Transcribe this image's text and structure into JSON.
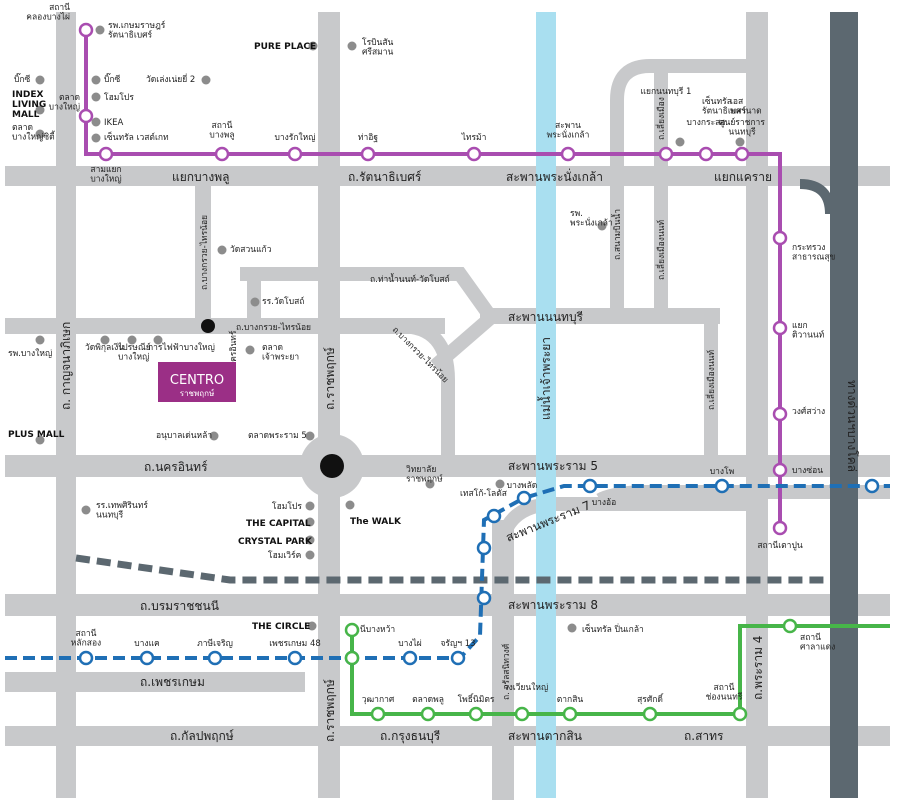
{
  "colors": {
    "road": "#c8c9cb",
    "expressway": "#5c6870",
    "river": "#a9dff0",
    "purple_line": "#a94db0",
    "blue_line": "#1f6fb5",
    "green_line": "#47b549",
    "railway": "#5c6870",
    "poi_dot": "#8c8c8c",
    "logo_bg": "#9b2f86"
  },
  "logo": {
    "name": "CENTRO",
    "sub": "ราชพฤกษ์"
  },
  "roads": {
    "bangphlu_junction": "แยกบางพลู",
    "rattanathibet": "ถ.รัตนาธิเบศร์",
    "phra_nangklao_bridge": "สะพานพระนั่งเกล้า",
    "khae_rai_junction": "แยกแคราย",
    "kanchanaphisek": "ถ. กาญจนาภิเษก",
    "bangkruai_sainoi_v": "ถ.บางกรวย-ไทรน้อย",
    "ratchaphruek": "ถ.ราชพฤกษ์",
    "tha_nam_nonthaburi": "ถ.ท่าน้ำนนท์-วัดโบสถ์",
    "nonthaburi_bridge": "สะพานนนทบุรี",
    "bangkruai_sainoi_h": "ถ.บางกรวย-ไทรน้อย",
    "bangkruai_sainoi_diag": "ถ.บางกรวย-ไทรน้อย",
    "wat_nakhon_in": "วัดนครอินทร์",
    "nakhon_in": "ถ.นครอินทร์",
    "rama5_bridge": "สะพานพระราม 5",
    "rama7_bridge": "สะพานพระราม 7",
    "chao_phraya": "แม่น้ำเจ้าพระยา",
    "borommaratchachonnani": "ถ.บรมราชชนนี",
    "rama8_bridge": "สะพานพระราม 8",
    "phetkasem": "ถ.เพชรเกษม",
    "ratchaphruek_lower": "ถ.ราชพฤกษ์",
    "charansanitwong": "ถ. จรัลสนิทวงศ์",
    "kanlapaphruek": "ถ.กัลปพฤกษ์",
    "krung_thonburi": "ถ.กรุงธนบุรี",
    "taksin_bridge": "สะพานตากสิน",
    "sathon": "ถ.สาทร",
    "rama4": "ถ.พระราม 4",
    "sanambin_nam": "ถ.สนามบินน้ำ",
    "liang_muang_1": "ถ.เลี่ยงเมือง",
    "liang_muang_2": "ถ.เลี่ยงเมืองนนท์",
    "liang_muang_3": "ถ.เลี่ยงเมืองนนท์",
    "expressway": "ทางด่วนฯบางโคล่"
  },
  "stations_purple": [
    "สถานี\nคลองบางไผ่",
    "ตลาด\nบางใหญ่",
    "สามแยก\nบางใหญ่",
    "สถานี\nบางพลู",
    "บางรักใหญ่",
    "ท่าอิฐ",
    "ไทรม้า",
    "สะพาน\nพระนั่งเกล้า",
    "แยกนนทบุรี 1",
    "บางกระสอ",
    "ศูนย์ราชการ\nนนทบุรี",
    "กระทรวง\nสาธารณสุข",
    "แยก\nติวานนท์",
    "วงศ์สว่าง",
    "บางซ่อน",
    "สถานีเตาปูน"
  ],
  "stations_blue": [
    "สถานี\nหลักสอง",
    "บางแค",
    "ภาษีเจริญ",
    "เพชรเกษม 48",
    "สถานีบางหว้า",
    "บางไผ่",
    "จรัญฯ 13",
    "บางพลัด",
    "บางอ้อ",
    "บางโพ"
  ],
  "stations_green": [
    "วุฒากาศ",
    "ตลาดพลู",
    "โพธิ์นิมิตร",
    "วงเวียนใหญ่",
    "ตากสิน",
    "สุรศักดิ์",
    "สถานี\nช่องนนทรี",
    "สถานี\nศาลาแดง"
  ],
  "pois": {
    "kasemrad": "รพ.เกษมราษฎร์\nรัตนาธิเบศร์",
    "pure_place": "PURE PLACE",
    "robinson": "โรบินสัน\nศรีสมาน",
    "bigc_top": "บิ๊กซี",
    "bigc_2": "บิ๊กซี",
    "index": "INDEX\nLIVING\nMALL",
    "homepro_top": "โฮมโปร",
    "ikea": "IKEA",
    "market_bangyai": "ตลาด\nบางใหญ่ซิตี้",
    "central_westgate": "เซ็นทรัล เวสต์เกท",
    "wat_lamai": "วัดเล่งเน่ยยี่ 2",
    "central_rattana": "เซ็นทรัล\nรัตนาธิเบศร์",
    "esplanade": "เอส\nพลานาด",
    "pranangklao_hosp": "รพ.\nพระนั่งเกล้า",
    "wat_suan_kaew": "วัดสวนแก้ว",
    "school_wat_bot": "รร.วัดโบสถ์",
    "hosp_bangyai": "รพ.บางใหญ่",
    "wat_phikul": "วัดพิกุลเงิน",
    "post_bangyai": "ไปรษณีย์\nบางใหญ่",
    "electric": "การไฟฟ้าบางใหญ่",
    "market_chao": "ตลาด\nเจ้าพระยา",
    "plus_mall": "PLUS MALL",
    "anuban": "อนุบาลเด่นหล้า",
    "market_rama5": "ตลาดพระราม 5",
    "ratchaphruek_college": "วิทยาลัย\nราชพฤกษ์",
    "tesco": "เทสโก้-โลตัส",
    "thepsirin": "รร.เทพศิรินทร์\nนนทบุรี",
    "homepro_2": "โฮมโปร",
    "the_capital": "THE CAPITAL",
    "crystal_park": "CRYSTAL PARK",
    "home_work": "โฮมเวิร์ค",
    "the_walk": "The WALK",
    "the_circle": "THE CIRCLE",
    "central_pinklao": "เซ็นทรัล ปิ่นเกล้า"
  }
}
